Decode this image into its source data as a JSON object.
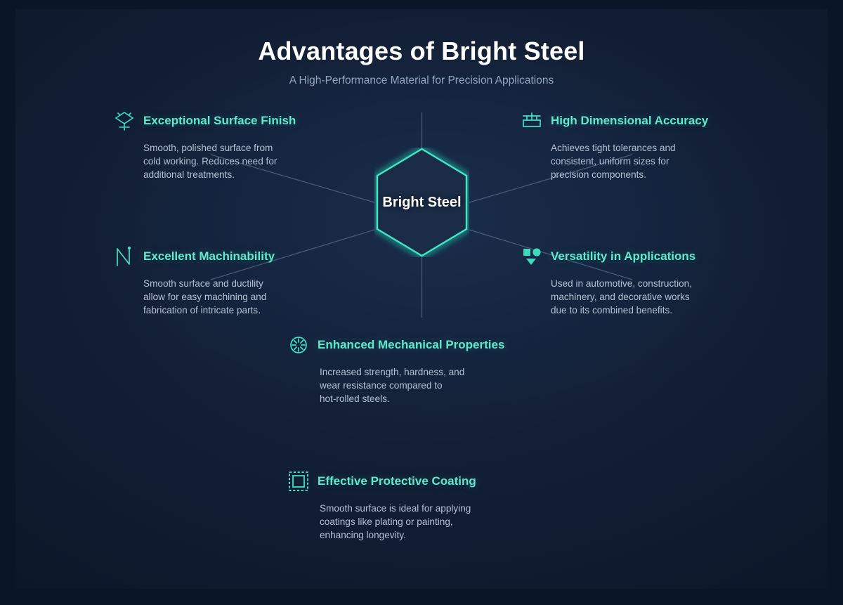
{
  "header": {
    "title": "Advantages of Bright Steel",
    "subtitle": "A High-Performance Material for Precision Applications"
  },
  "center": {
    "label": "Bright Steel"
  },
  "colors": {
    "background": "#0a1527",
    "panel": "#132037",
    "accent": "#5fe9cd",
    "heading": "#5fe9cd",
    "body_text": "#b4c1d4",
    "title_text": "#ffffff",
    "subtitle_text": "#93a6c0",
    "connector_line": "#5b6b86"
  },
  "nodes": [
    {
      "id": "exceptional-surface-finish",
      "icon": "surface-finish-icon",
      "title": "Exceptional Surface Finish",
      "desc": "Smooth, polished surface from\ncold working. Reduces need for\nadditional treatments."
    },
    {
      "id": "high-dimensional-accuracy",
      "icon": "ruler-measure-icon",
      "title": "High Dimensional Accuracy",
      "desc": "Achieves tight tolerances and\nconsistent, uniform sizes for\nprecision components."
    },
    {
      "id": "excellent-machinability",
      "icon": "tool-path-zigzag-icon",
      "title": "Excellent Machinability",
      "desc": "Smooth surface and ductility\nallow for easy machining and\nfabrication of intricate parts."
    },
    {
      "id": "versatility-in-applications",
      "icon": "shapes-variety-icon",
      "title": "Versatility in Applications",
      "desc": "Used in automotive, construction,\nmachinery, and decorative works\ndue to its combined benefits."
    },
    {
      "id": "enhanced-mechanical-properties",
      "icon": "burst-spokes-icon",
      "title": "Enhanced Mechanical Properties",
      "desc": "Increased strength, hardness, and\nwear resistance compared to\nhot-rolled steels."
    },
    {
      "id": "effective-protective-coating",
      "icon": "coating-layer-icon",
      "title": "Effective Protective Coating",
      "desc": "Smooth surface is ideal for applying\ncoatings like plating or painting,\nenhancing longevity."
    }
  ]
}
